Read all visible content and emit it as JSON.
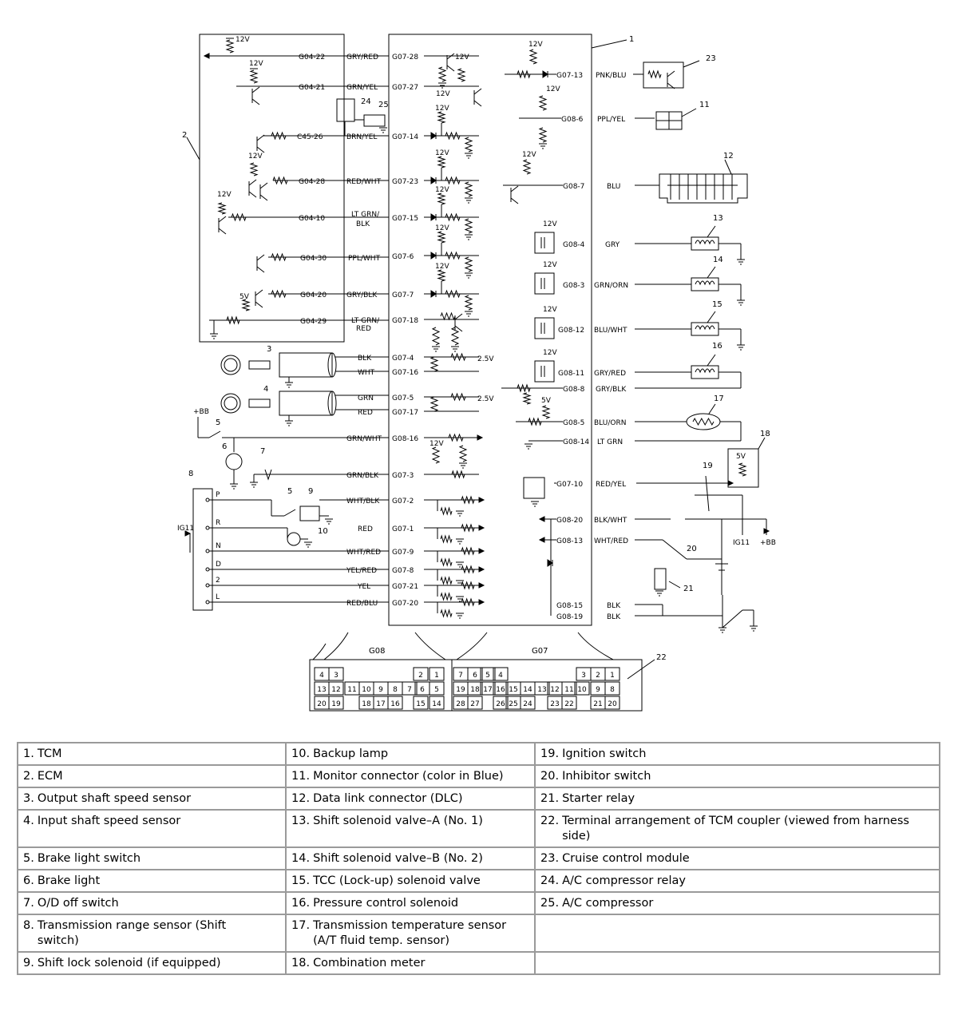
{
  "diagram": {
    "voltages": {
      "v12": "12V",
      "v5": "5V",
      "v25": "2.5V",
      "bb": "+BB",
      "ig11": "IG11"
    },
    "ecm_terminals": [
      "G04-22",
      "G04-21",
      "C45-26",
      "G04-28",
      "G04-10",
      "G04-30",
      "G04-20",
      "G04-29"
    ],
    "left_wires": [
      "GRY/RED",
      "GRN/YEL",
      "BRN/YEL",
      "RED/WHT",
      "LT GRN/",
      "BLK",
      "PPL/WHT",
      "GRY/BLK",
      "LT GRN/",
      "RED",
      "BLK",
      "WHT",
      "GRN",
      "RED",
      "GRN/WHT",
      "GRN/BLK",
      "WHT/BLK",
      "RED",
      "WHT/RED",
      "YEL/RED",
      "YEL",
      "RED/BLU"
    ],
    "tcm_left_terminals": [
      "G07-28",
      "G07-27",
      "G07-14",
      "G07-23",
      "G07-15",
      "G07-6",
      "G07-7",
      "G07-18",
      "G07-4",
      "G07-16",
      "G07-5",
      "G07-17",
      "G08-16",
      "G07-3",
      "G07-2",
      "G07-1",
      "G07-9",
      "G07-8",
      "G07-21",
      "G07-20"
    ],
    "tcm_right_terminals": [
      "G07-13",
      "G08-6",
      "G08-7",
      "G08-4",
      "G08-3",
      "G08-12",
      "G08-11",
      "G08-8",
      "G08-5",
      "G08-14",
      "G07-10",
      "G08-20",
      "G08-13",
      "G08-15",
      "G08-19"
    ],
    "right_wires": [
      "PNK/BLU",
      "PPL/YEL",
      "BLU",
      "GRY",
      "GRN/ORN",
      "BLU/WHT",
      "GRY/RED",
      "GRY/BLK",
      "BLU/ORN",
      "LT GRN",
      "RED/YEL",
      "BLK/WHT",
      "WHT/RED",
      "BLK",
      "BLK"
    ],
    "range_positions": [
      "P",
      "R",
      "N",
      "D",
      "2",
      "L"
    ],
    "callouts": [
      "1",
      "2",
      "3",
      "4",
      "5",
      "6",
      "7",
      "8",
      "5",
      "9",
      "10",
      "11",
      "12",
      "13",
      "14",
      "15",
      "16",
      "17",
      "18",
      "19",
      "20",
      "21",
      "22",
      "23",
      "24",
      "25"
    ],
    "connectors": {
      "g08_label": "G08",
      "g07_label": "G07",
      "g08_rows": [
        [
          "4",
          "3",
          "2",
          "1"
        ],
        [
          "13",
          "12",
          "11",
          "10",
          "9",
          "8",
          "7",
          "6",
          "5"
        ],
        [
          "20",
          "19",
          "18",
          "17",
          "16",
          "15",
          "14"
        ]
      ],
      "g07_rows": [
        [
          "7",
          "6",
          "5",
          "4",
          "3",
          "2",
          "1"
        ],
        [
          "19",
          "18",
          "17",
          "16",
          "15",
          "14",
          "13",
          "12",
          "11",
          "10",
          "9",
          "8"
        ],
        [
          "28",
          "27",
          "26",
          "25",
          "24",
          "23",
          "22",
          "21",
          "20"
        ]
      ]
    }
  },
  "legend": {
    "rows": [
      [
        {
          "n": "1.",
          "t": "TCM"
        },
        {
          "n": "10.",
          "t": "Backup lamp"
        },
        {
          "n": "19.",
          "t": "Ignition switch"
        }
      ],
      [
        {
          "n": "2.",
          "t": "ECM"
        },
        {
          "n": "11.",
          "t": "Monitor connector (color in Blue)"
        },
        {
          "n": "20.",
          "t": "Inhibitor switch"
        }
      ],
      [
        {
          "n": "3.",
          "t": "Output shaft speed sensor"
        },
        {
          "n": "12.",
          "t": "Data link connector (DLC)"
        },
        {
          "n": "21.",
          "t": "Starter relay"
        }
      ],
      [
        {
          "n": "4.",
          "t": "Input shaft speed sensor"
        },
        {
          "n": "13.",
          "t": "Shift solenoid valve–A (No. 1)"
        },
        {
          "n": "22.",
          "t": "Terminal arrangement of TCM coupler (viewed from harness side)"
        }
      ],
      [
        {
          "n": "5.",
          "t": "Brake light switch"
        },
        {
          "n": "14.",
          "t": "Shift solenoid valve–B (No. 2)"
        },
        {
          "n": "23.",
          "t": "Cruise control module"
        }
      ],
      [
        {
          "n": "6.",
          "t": "Brake light"
        },
        {
          "n": "15.",
          "t": "TCC (Lock-up) solenoid valve"
        },
        {
          "n": "24.",
          "t": "A/C compressor relay"
        }
      ],
      [
        {
          "n": "7.",
          "t": "O/D off switch"
        },
        {
          "n": "16.",
          "t": "Pressure control solenoid"
        },
        {
          "n": "25.",
          "t": "A/C compressor"
        }
      ],
      [
        {
          "n": "8.",
          "t": "Transmission range sensor (Shift switch)"
        },
        {
          "n": "17.",
          "t": "Transmission temperature sensor (A/T fluid temp. sensor)"
        },
        {
          "n": "",
          "t": ""
        }
      ],
      [
        {
          "n": "9.",
          "t": "Shift lock solenoid (if equipped)"
        },
        {
          "n": "18.",
          "t": "Combination meter"
        },
        {
          "n": "",
          "t": ""
        }
      ]
    ]
  }
}
